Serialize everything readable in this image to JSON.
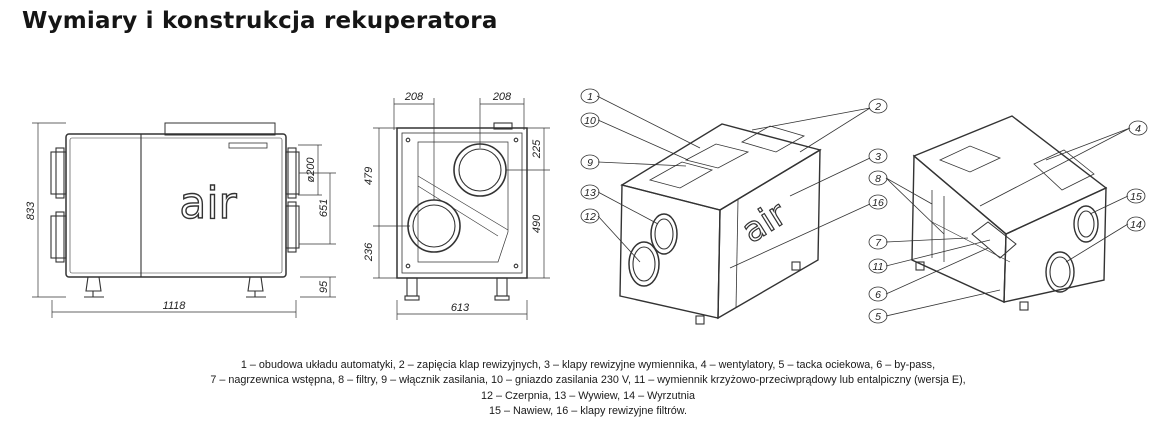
{
  "title": "Wymiary i konstrukcja rekuperatora",
  "brand_logo_text": "air",
  "dimensions": {
    "front_width": "1118",
    "front_height": "833",
    "duct_diameter": "ø200",
    "duct_spacing": "651",
    "feet_height": "95",
    "side_left_top": "208",
    "side_right_top": "208",
    "side_height_upper": "479",
    "side_height_lower": "236",
    "side_right_upper": "225",
    "side_right_lower": "490",
    "side_width": "613"
  },
  "callouts": [
    "1",
    "10",
    "9",
    "13",
    "12",
    "2",
    "3",
    "16",
    "4",
    "8",
    "7",
    "11",
    "6",
    "5",
    "15",
    "14"
  ],
  "legend_lines": [
    "1 – obudowa układu automatyki, 2 – zapięcia klap rewizyjnych, 3 – klapy rewizyjne wymiennika, 4 – wentylatory, 5 – tacka ociekowa, 6 – by-pass,",
    "7 – nagrzewnica wstępna, 8 – filtry, 9 – włącznik zasilania, 10 – gniazdo zasilania 230 V, 11 – wymiennik krzyżowo-przeciwprądowy lub entalpiczny (wersja E),",
    "12 – Czerpnia, 13 – Wywiew, 14 – Wyrzutnia",
    "15 – Nawiew, 16 – klapy rewizyjne filtrów."
  ]
}
